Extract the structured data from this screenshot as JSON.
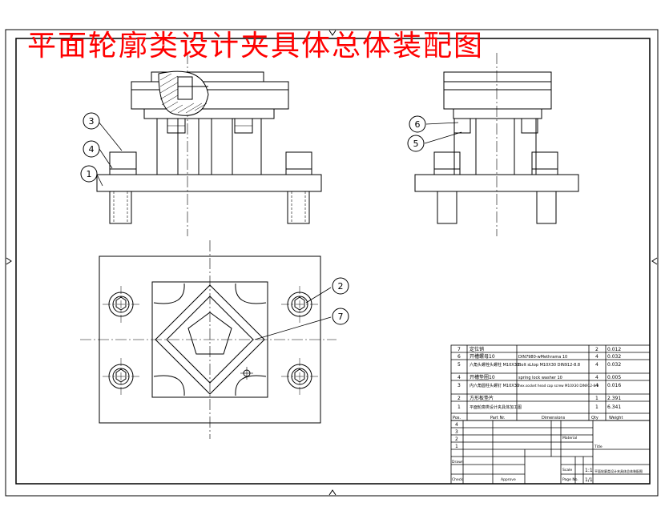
{
  "drawing": {
    "title": "平面轮廓类设计夹具体总体装配图",
    "colors": {
      "title": "#ff0000",
      "line": "#000000",
      "paper": "#ffffff"
    }
  },
  "balloons": [
    "1",
    "2",
    "3",
    "4",
    "5",
    "6",
    "7"
  ],
  "parts_list": {
    "rows": [
      {
        "no": "7",
        "name": "定位销",
        "spec": "",
        "qty": "2",
        "mass": "0.012"
      },
      {
        "no": "6",
        "name": "开槽螺母10",
        "spec": "DIN7980-wMethrama 10",
        "qty": "4",
        "mass": "0.032"
      },
      {
        "no": "5",
        "name": "六角头螺栓头螺柱 M10X30",
        "spec": "Bolt sLtop M10X30 DIN912-8.8",
        "qty": "4",
        "mass": "0.032"
      },
      {
        "no": "4",
        "name": "开槽垫圈10",
        "spec": "spring lock washer 10",
        "qty": "4",
        "mass": "0.005"
      },
      {
        "no": "3",
        "name": "内六角圆柱头螺钉 M10X30",
        "spec": "hex.socket head cap screw M10X30 DIN912-8.8",
        "qty": "4",
        "mass": "0.016"
      },
      {
        "no": "2",
        "name": "方形板垫片",
        "spec": "",
        "qty": "1",
        "mass": "2.391"
      },
      {
        "no": "1",
        "name": "平面轮廓类设计夹具体加工图",
        "spec": "",
        "qty": "1",
        "mass": "6.341"
      }
    ],
    "header": {
      "no": "Pos.",
      "name": "Part Nr.",
      "spec": "Dimensions",
      "qty": "Qty",
      "mass": "Weight"
    }
  },
  "title_block": {
    "revisions": [
      "4",
      "3",
      "2",
      "1"
    ],
    "labels": {
      "material": "Material",
      "scale_label": "Scale",
      "sheet_label": "Page No.",
      "drawn": "Drawn",
      "checked": "Check",
      "approved": "Approve",
      "name_label": "Title"
    },
    "scale": "1:1",
    "sheet": "1/1",
    "drawing_name": "平面轮廓类设计夹具体总体装配图"
  }
}
